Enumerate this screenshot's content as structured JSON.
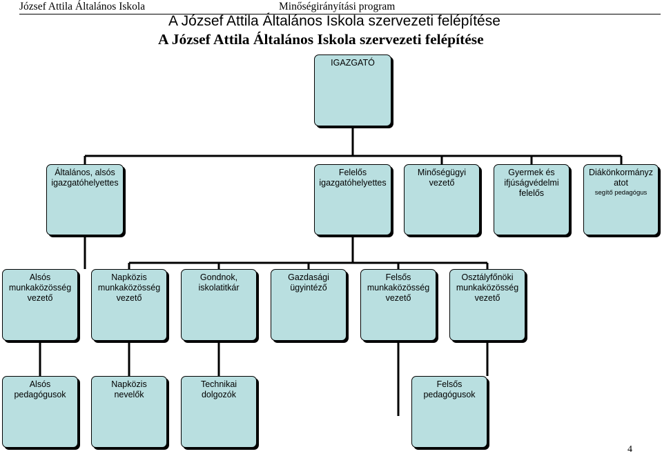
{
  "header": {
    "left": "József Attila Általános Iskola",
    "right": "Minőségirányítási program"
  },
  "title_sans": "A József Attila  Általános Iskola szervezeti felépítése",
  "title_serif": "A József Attila Általános Iskola szervezeti felépítése",
  "boxes": {
    "director": "IGAZGATÓ",
    "lower_deputy": "Általános, alsós\nigazgatóhelyettes",
    "responsible_deputy": "Felelős\nigazgatóhelyettes",
    "quality_lead": "Minőségügyi\nvezető",
    "child_protection": "Gyermek és\nifjúságvédelmi\nfelelős",
    "student_council": "Diákönkormányz\natot",
    "student_council_note": "segítő pedagógus",
    "lower_wg_lead": "Alsós\nmunkaközösség\nvezető",
    "daycare_wg_lead": "Napközis\nmunkaközösség\nvezető",
    "caretaker_secretary": "Gondnok,\niskolatitkár",
    "finance_admin": "Gazdasági\nügyintéző",
    "upper_wg_lead": "Felsős\nmunkaközösség\nvezető",
    "homeroom_wg_lead": "Osztályfőnöki\nmunkaközösség\nvezető",
    "lower_teachers": "Alsós\npedagógusok",
    "daycare_educators": "Napközis\nnevelők",
    "technical_staff": "Technikai\ndolgozók",
    "upper_teachers": "Felsős\npedagógusok"
  },
  "page_number": "4"
}
